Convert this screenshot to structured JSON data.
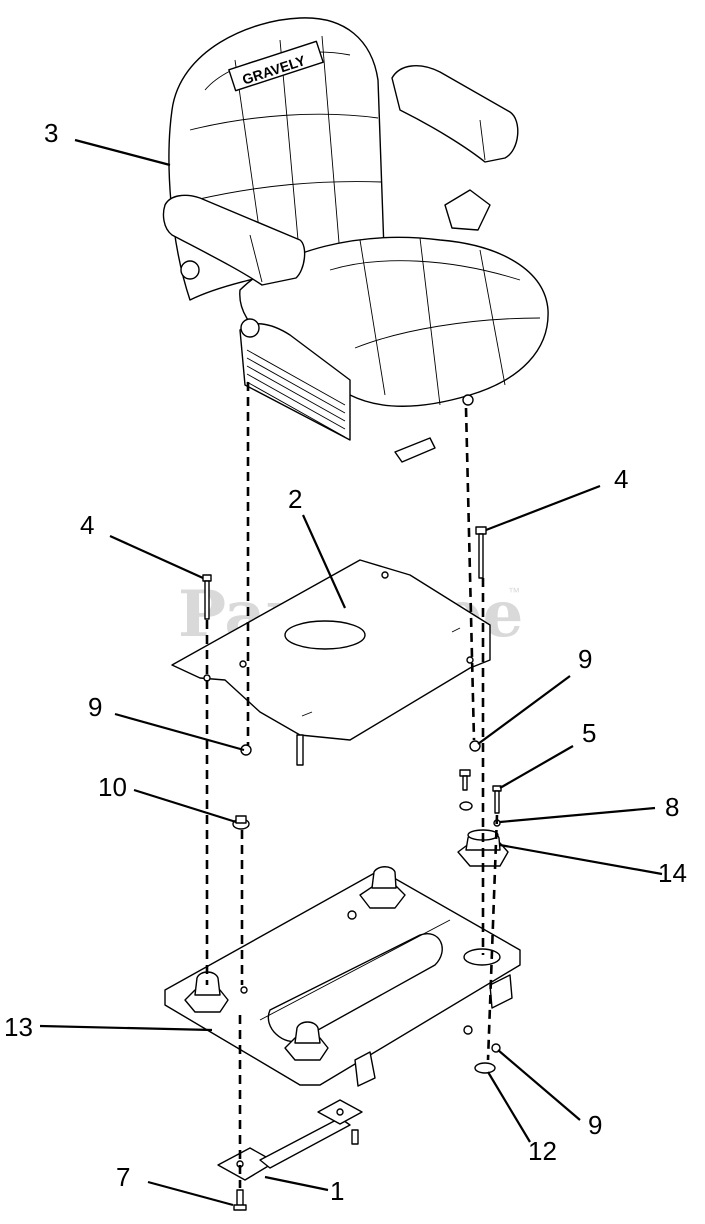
{
  "watermark": {
    "text": "PartsTree",
    "mark": "™"
  },
  "seat": {
    "brand_text": "GRAVELY"
  },
  "callouts": [
    {
      "id": "c-3",
      "label": "3"
    },
    {
      "id": "c-2",
      "label": "2"
    },
    {
      "id": "c-4a",
      "label": "4"
    },
    {
      "id": "c-4b",
      "label": "4"
    },
    {
      "id": "c-9a",
      "label": "9"
    },
    {
      "id": "c-9b",
      "label": "9"
    },
    {
      "id": "c-5",
      "label": "5"
    },
    {
      "id": "c-10",
      "label": "10"
    },
    {
      "id": "c-8",
      "label": "8"
    },
    {
      "id": "c-14",
      "label": "14"
    },
    {
      "id": "c-13",
      "label": "13"
    },
    {
      "id": "c-9c",
      "label": "9"
    },
    {
      "id": "c-12",
      "label": "12"
    },
    {
      "id": "c-7",
      "label": "7"
    },
    {
      "id": "c-1",
      "label": "1"
    }
  ],
  "colors": {
    "line": "#000000",
    "background": "#ffffff",
    "watermark": "#d9d9d9"
  }
}
